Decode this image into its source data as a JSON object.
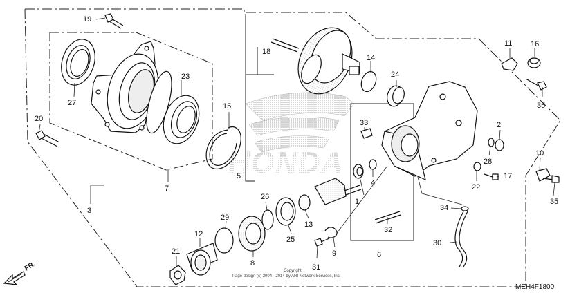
{
  "watermark_text": "HONDA",
  "diagram_code": "MEH4F1800",
  "direction_label": "FR.",
  "copyright_line1": "Copyright",
  "copyright_line2": "Page design (c) 2004 - 2014 by ARI Network Services, Inc.",
  "callouts": [
    {
      "id": "19",
      "label": "19",
      "part": "bolt"
    },
    {
      "id": "27",
      "label": "27",
      "part": "oil-seal"
    },
    {
      "id": "23",
      "label": "23",
      "part": "bearing"
    },
    {
      "id": "20",
      "label": "20",
      "part": "bolt"
    },
    {
      "id": "7",
      "label": "7",
      "part": "housing-assembly"
    },
    {
      "id": "3",
      "label": "3",
      "part": "final-drive-assembly"
    },
    {
      "id": "18",
      "label": "18",
      "part": "stud-bolt"
    },
    {
      "id": "14",
      "label": "14",
      "part": "o-ring"
    },
    {
      "id": "15",
      "label": "15",
      "part": "circlip"
    },
    {
      "id": "5",
      "label": "5",
      "part": "gear-set"
    },
    {
      "id": "24",
      "label": "24",
      "part": "bearing"
    },
    {
      "id": "33",
      "label": "33",
      "part": "dowel-pin"
    },
    {
      "id": "4",
      "label": "4",
      "part": "shim"
    },
    {
      "id": "1",
      "label": "1",
      "part": "pinion-gear"
    },
    {
      "id": "26",
      "label": "26",
      "part": "washer"
    },
    {
      "id": "29",
      "label": "29",
      "part": "o-ring"
    },
    {
      "id": "12",
      "label": "12",
      "part": "joint"
    },
    {
      "id": "21",
      "label": "21",
      "part": "nut"
    },
    {
      "id": "8",
      "label": "8",
      "part": "bearing"
    },
    {
      "id": "25",
      "label": "25",
      "part": "bearing"
    },
    {
      "id": "13",
      "label": "13",
      "part": "shim"
    },
    {
      "id": "9",
      "label": "9",
      "part": "clamp"
    },
    {
      "id": "31",
      "label": "31",
      "part": "bolt"
    },
    {
      "id": "32",
      "label": "32",
      "part": "stud-bolt"
    },
    {
      "id": "6",
      "label": "6",
      "part": "gear-case"
    },
    {
      "id": "11",
      "label": "11",
      "part": "bracket"
    },
    {
      "id": "16",
      "label": "16",
      "part": "cap"
    },
    {
      "id": "35a",
      "label": "35",
      "part": "bolt"
    },
    {
      "id": "2",
      "label": "2",
      "part": "washer"
    },
    {
      "id": "28",
      "label": "28",
      "part": "washer"
    },
    {
      "id": "22",
      "label": "22",
      "part": "washer"
    },
    {
      "id": "17",
      "label": "17",
      "part": "bolt"
    },
    {
      "id": "10",
      "label": "10",
      "part": "bracket"
    },
    {
      "id": "35b",
      "label": "35",
      "part": "bolt"
    },
    {
      "id": "34",
      "label": "34",
      "part": "clip"
    },
    {
      "id": "30",
      "label": "30",
      "part": "breather-tube"
    }
  ]
}
